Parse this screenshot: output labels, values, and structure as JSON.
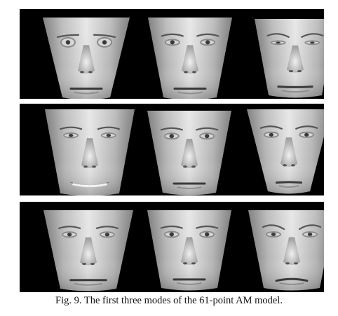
{
  "figure": {
    "caption": "Fig. 9. The first three modes of the 61-point AM model.",
    "rows": [
      {
        "faces": [
          {
            "variant": "wide-eyes"
          },
          {
            "variant": "neutral"
          },
          {
            "variant": "wide-squint"
          }
        ]
      },
      {
        "faces": [
          {
            "variant": "smile"
          },
          {
            "variant": "neutral"
          },
          {
            "variant": "narrow"
          }
        ]
      },
      {
        "faces": [
          {
            "variant": "wide"
          },
          {
            "variant": "neutral"
          },
          {
            "variant": "frown"
          }
        ]
      }
    ],
    "colors": {
      "panel_background": "#000000",
      "skin_light": "#e4e4e4",
      "skin_mid": "#b4b4b4",
      "skin_dark": "#6e6e6e",
      "feature_dark": "#3a3a3a"
    }
  }
}
